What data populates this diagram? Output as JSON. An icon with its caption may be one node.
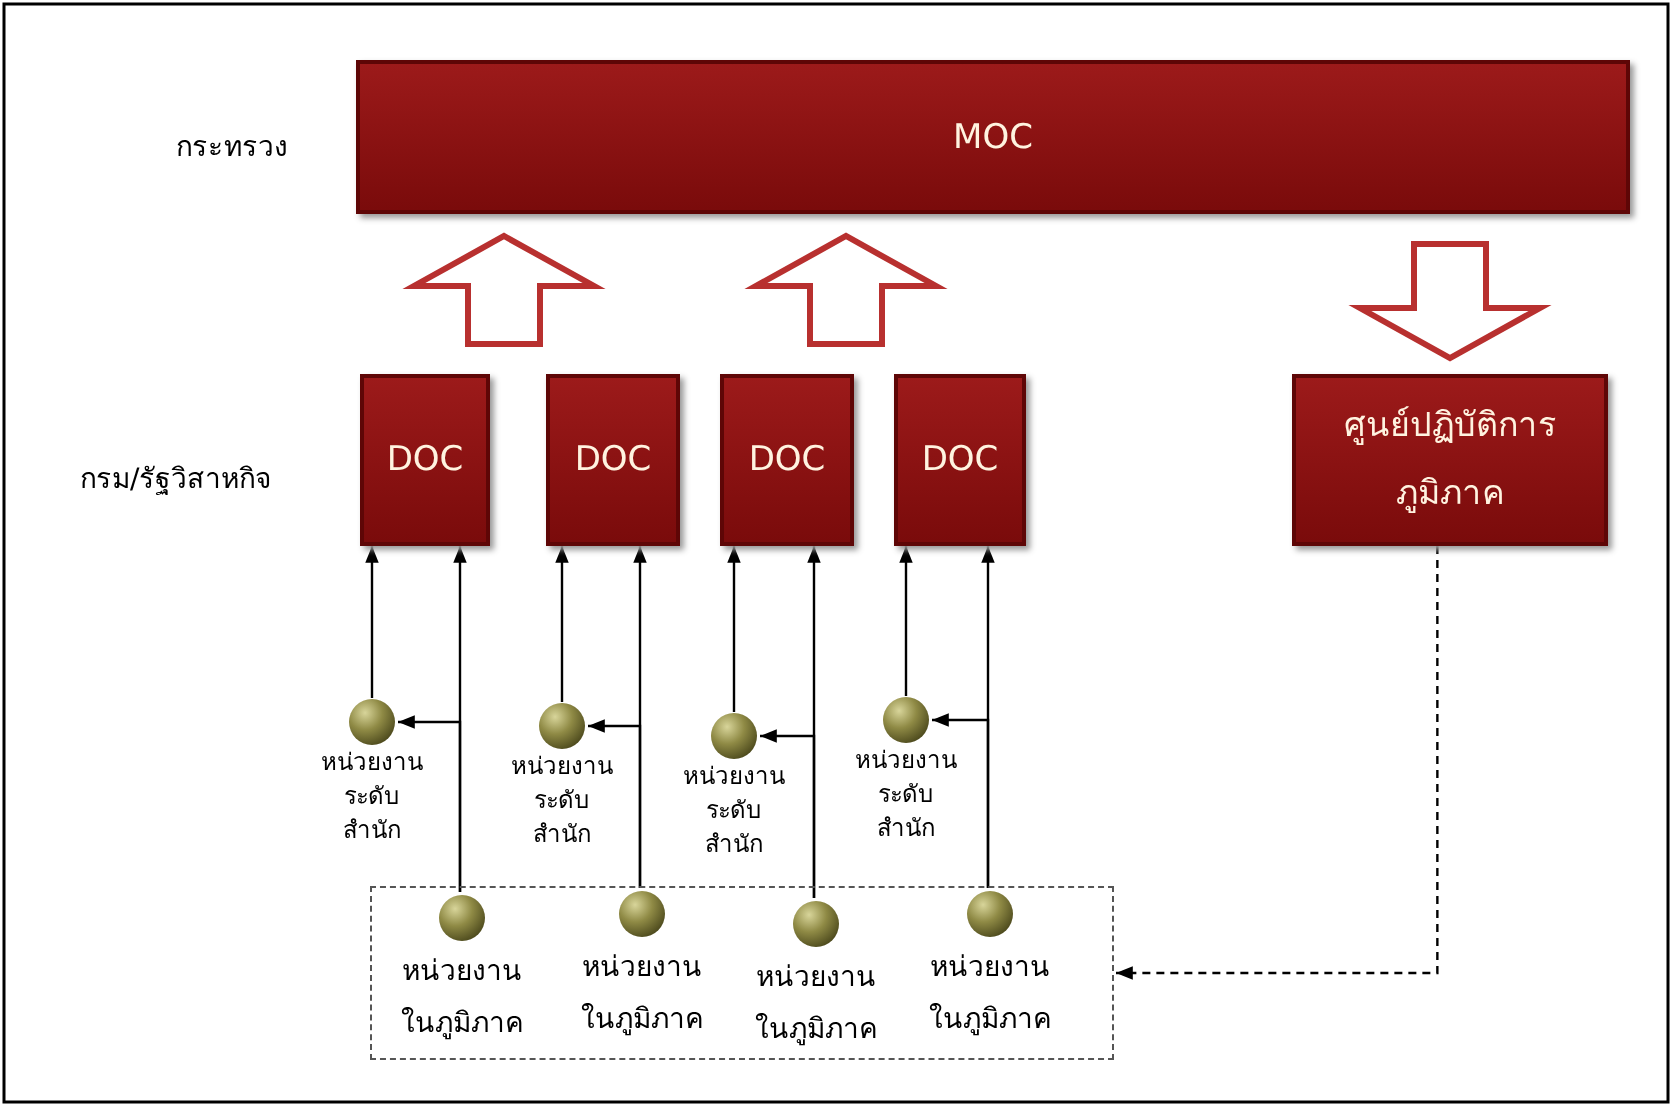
{
  "diagram": {
    "nodes": [
      {
        "text": [
          "MOC"
        ]
      },
      {
        "text": [
          "DOC"
        ]
      },
      {
        "text": [
          "DOC"
        ]
      },
      {
        "text": [
          "DOC"
        ]
      },
      {
        "text": [
          "DOC"
        ]
      },
      {
        "text": [
          "ศูนย์ปฏิบัติการ ภูมิภาค"
        ]
      },
      {
        "text": [],
        "shape": "box"
      },
      {
        "text": [
          "หน่วยงาน ระดับ สำนัก"
        ]
      },
      {
        "text": [
          "หน่วยงาน ระดับ สำนัก"
        ]
      },
      {
        "text": [
          "หน่วยงาน ระดับ สำนัก"
        ]
      },
      {
        "text": [
          "หน่วยงาน ระดับ สำนัก"
        ]
      },
      {
        "text": [
          "หน่วยงาน ในภูมิภาค"
        ],
        "in": 6
      },
      {
        "text": [
          "หน่วยงาน ในภูมิภาค"
        ],
        "in": 6
      },
      {
        "text": [
          "หน่วยงาน ในภูมิภาค"
        ],
        "in": 6
      },
      {
        "text": [
          "หน่วยงาน ในภูมิภาค"
        ],
        "in": 6
      }
    ],
    "edges": [
      {
        "from": null,
        "to": 0,
        "arrow": "to",
        "style": "thick",
        "color": "#b8302f"
      },
      {
        "from": null,
        "to": 0,
        "arrow": "to",
        "style": "thick",
        "color": "#b8302f"
      },
      {
        "from": 0,
        "to": 5,
        "arrow": "to",
        "style": "thick",
        "color": "#b8302f"
      },
      {
        "from": 7,
        "to": 1,
        "arrow": "to"
      },
      {
        "from": 8,
        "to": 2,
        "arrow": "to"
      },
      {
        "from": 9,
        "to": 3,
        "arrow": "to"
      },
      {
        "from": 10,
        "to": 4,
        "arrow": "to"
      },
      {
        "from": 11,
        "to": 1,
        "arrow": "to"
      },
      {
        "from": 11,
        "to": 7,
        "arrow": "to"
      },
      {
        "from": 12,
        "to": 2,
        "arrow": "to"
      },
      {
        "from": 12,
        "to": 8,
        "arrow": "to"
      },
      {
        "from": 13,
        "to": 3,
        "arrow": "to"
      },
      {
        "from": 13,
        "to": 9,
        "arrow": "to"
      },
      {
        "from": 14,
        "to": 4,
        "arrow": "to"
      },
      {
        "from": 14,
        "to": 10,
        "arrow": "to"
      },
      {
        "from": 5,
        "to": 6,
        "arrow": "to",
        "style": "dashed"
      }
    ],
    "labels": [
      "กระทรวง",
      "กรม/รัฐวิสาหกิจ"
    ]
  }
}
